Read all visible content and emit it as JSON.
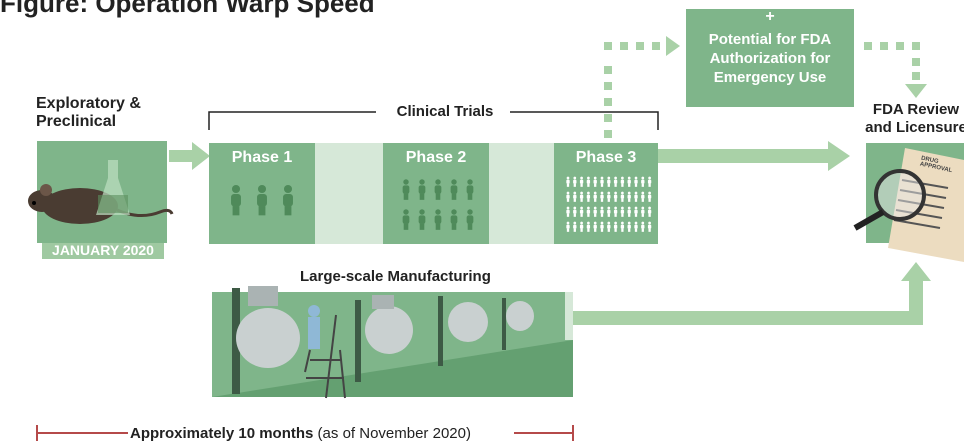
{
  "title": "Figure: Operation Warp Speed",
  "stages": {
    "exploratory_label_line1": "Exploratory &",
    "exploratory_label_line2": "Preclinical",
    "exploratory_badge": "JANUARY 2020",
    "clinical_trials_label": "Clinical Trials",
    "phase1": "Phase 1",
    "phase2": "Phase 2",
    "phase3": "Phase 3",
    "eua_line1": "Potential for FDA",
    "eua_line2": "Authorization for",
    "eua_line3": "Emergency Use",
    "eua_plus": "+",
    "fda_line1": "FDA Review",
    "fda_line2": "and Licensure",
    "drug_approval_doc": "DRUG APPROVAL",
    "manufacturing_label": "Large-scale Manufacturing"
  },
  "timeline": {
    "bold": "Approximately 10 months",
    "note": " (as of November 2020)"
  },
  "colors": {
    "box_green": "#7fb58a",
    "box_dark": "#64a071",
    "light_bar": "#d6e8d8",
    "arrow": "#a9d1a7",
    "timeline_red": "#b54a4a"
  }
}
